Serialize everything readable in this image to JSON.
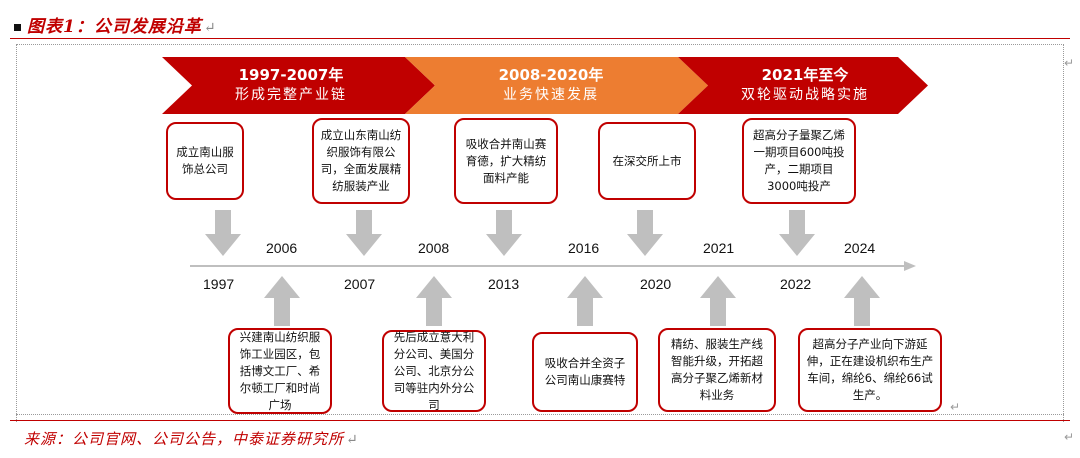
{
  "title": "图表1：公司发展沿革",
  "source": "来源：公司官网、公司公告，中泰证券研究所",
  "colors": {
    "red": "#c00000",
    "orange": "#ed7d31",
    "gray": "#bfbfbf"
  },
  "phases": [
    {
      "range": "1997-2007年",
      "summary": "形成完整产业链"
    },
    {
      "range": "2008-2020年",
      "summary": "业务快速发展"
    },
    {
      "range": "2021年至今",
      "summary": "双轮驱动战略实施"
    }
  ],
  "years_bottom": [
    "1997",
    "2007",
    "2013",
    "2020",
    "2022"
  ],
  "years_top": [
    "2006",
    "2008",
    "2016",
    "2021",
    "2024"
  ],
  "events_top": [
    "成立南山服饰总公司",
    "成立山东南山纺织服饰有限公司，全面发展精纺服装产业",
    "吸收合并南山赛育德，扩大精纺面料产能",
    "在深交所上市",
    "超高分子量聚乙烯一期项目600吨投产，二期项目3000吨投产"
  ],
  "events_bottom": [
    "兴建南山纺织服饰工业园区，包括博文工厂、希尔顿工厂和时尚广场",
    "先后成立意大利分公司、美国分公司、北京分公司等驻内外分公司",
    "吸收合并全资子公司南山康赛特",
    "精纺、服装生产线智能升级，开拓超高分子聚乙烯新材料业务",
    "超高分子产业向下游延伸，正在建设机织布生产车间，绵纶6、绵纶66试生产。"
  ]
}
